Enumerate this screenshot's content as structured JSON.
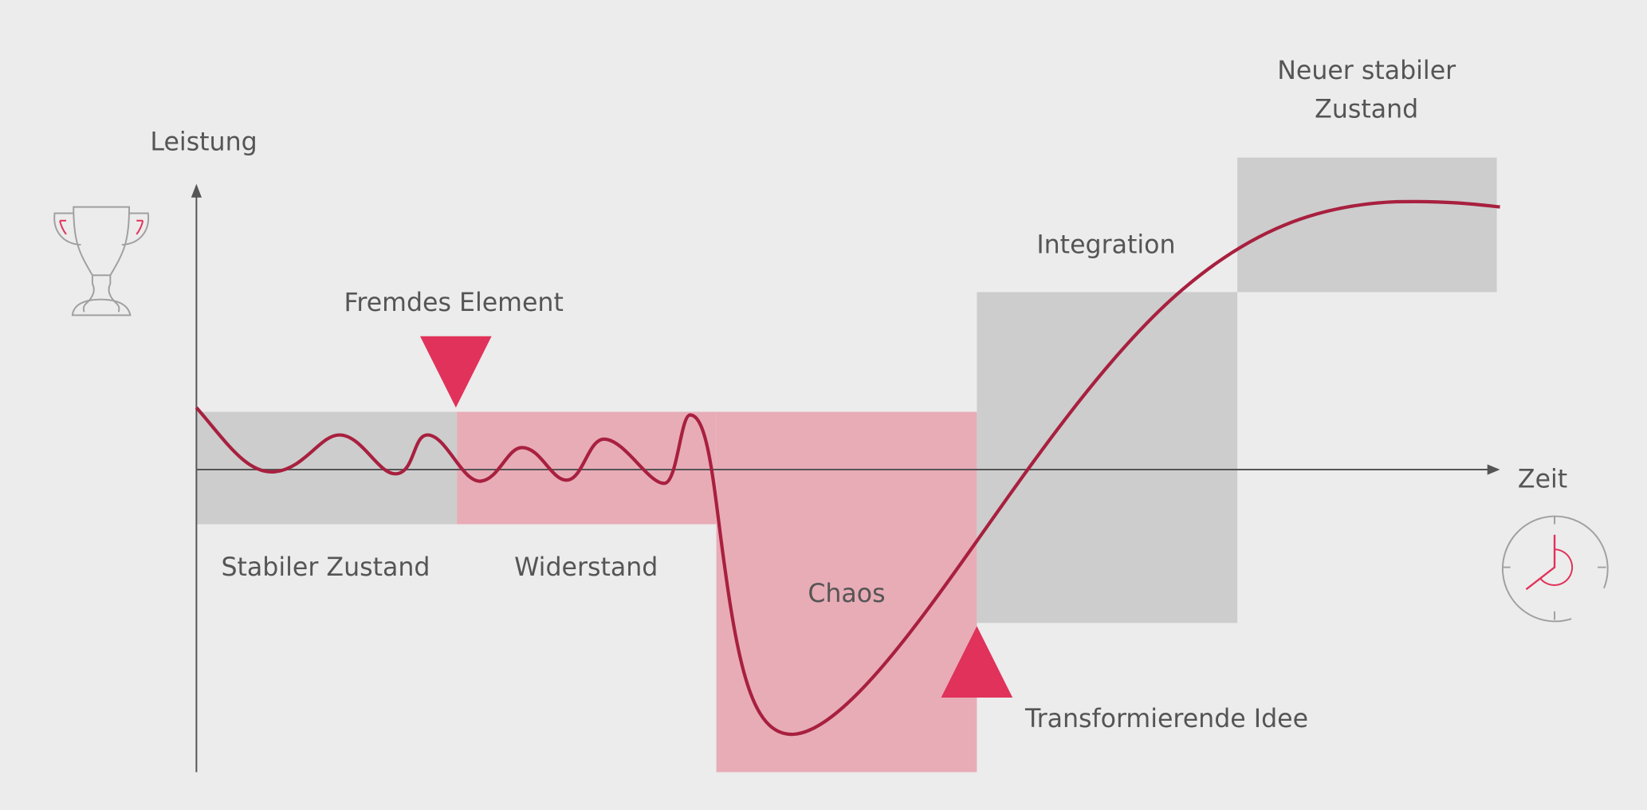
{
  "axes": {
    "y_label": "Leistung",
    "x_label": "Zeit"
  },
  "phases": [
    {
      "label": "Stabiler Zustand"
    },
    {
      "label": "Widerstand"
    },
    {
      "label": "Chaos"
    },
    {
      "label": "Integration"
    },
    {
      "label_line1": "Neuer stabiler",
      "label_line2": "Zustand"
    }
  ],
  "markers": {
    "foreign_element": "Fremdes Element",
    "transforming_idea": "Transformierende Idee"
  },
  "icons": {
    "trophy": "trophy-icon",
    "clock": "clock-icon"
  },
  "colors": {
    "curve": "#a8203f",
    "marker": "#e0325a",
    "pink_zone": "#e8acb7",
    "gray_zone": "#cdcdcd",
    "axis": "#555555",
    "background": "#ececec"
  }
}
